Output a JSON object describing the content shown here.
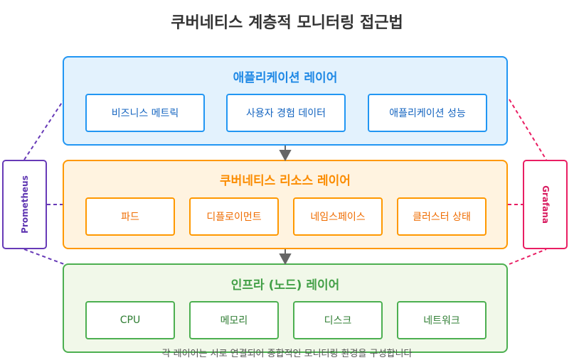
{
  "title": "쿠버네티스 계층적 모니터링 접근법",
  "layers": {
    "application": {
      "title": "애플리케이션 레이어",
      "items": [
        "비즈니스 메트릭",
        "사용자 경험 데이터",
        "애플리케이션 성능"
      ]
    },
    "kubernetes": {
      "title": "쿠버네티스 리소스 레이어",
      "items": [
        "파드",
        "디플로이먼트",
        "네임스페이스",
        "클러스터 상태"
      ]
    },
    "infrastructure": {
      "title": "인프라 (노드) 레이어",
      "items": [
        "CPU",
        "메모리",
        "디스크",
        "네트워크"
      ]
    }
  },
  "tools": {
    "left": "Prometheus",
    "right": "Grafana"
  },
  "footer": "각 레이어는 서로 연결되어 종합적인 모니터링 환경을 구성합니다",
  "colors": {
    "application": "#2196f3",
    "kubernetes": "#ff9800",
    "infrastructure": "#4caf50",
    "prometheus": "#673ab7",
    "grafana": "#e91e63"
  }
}
